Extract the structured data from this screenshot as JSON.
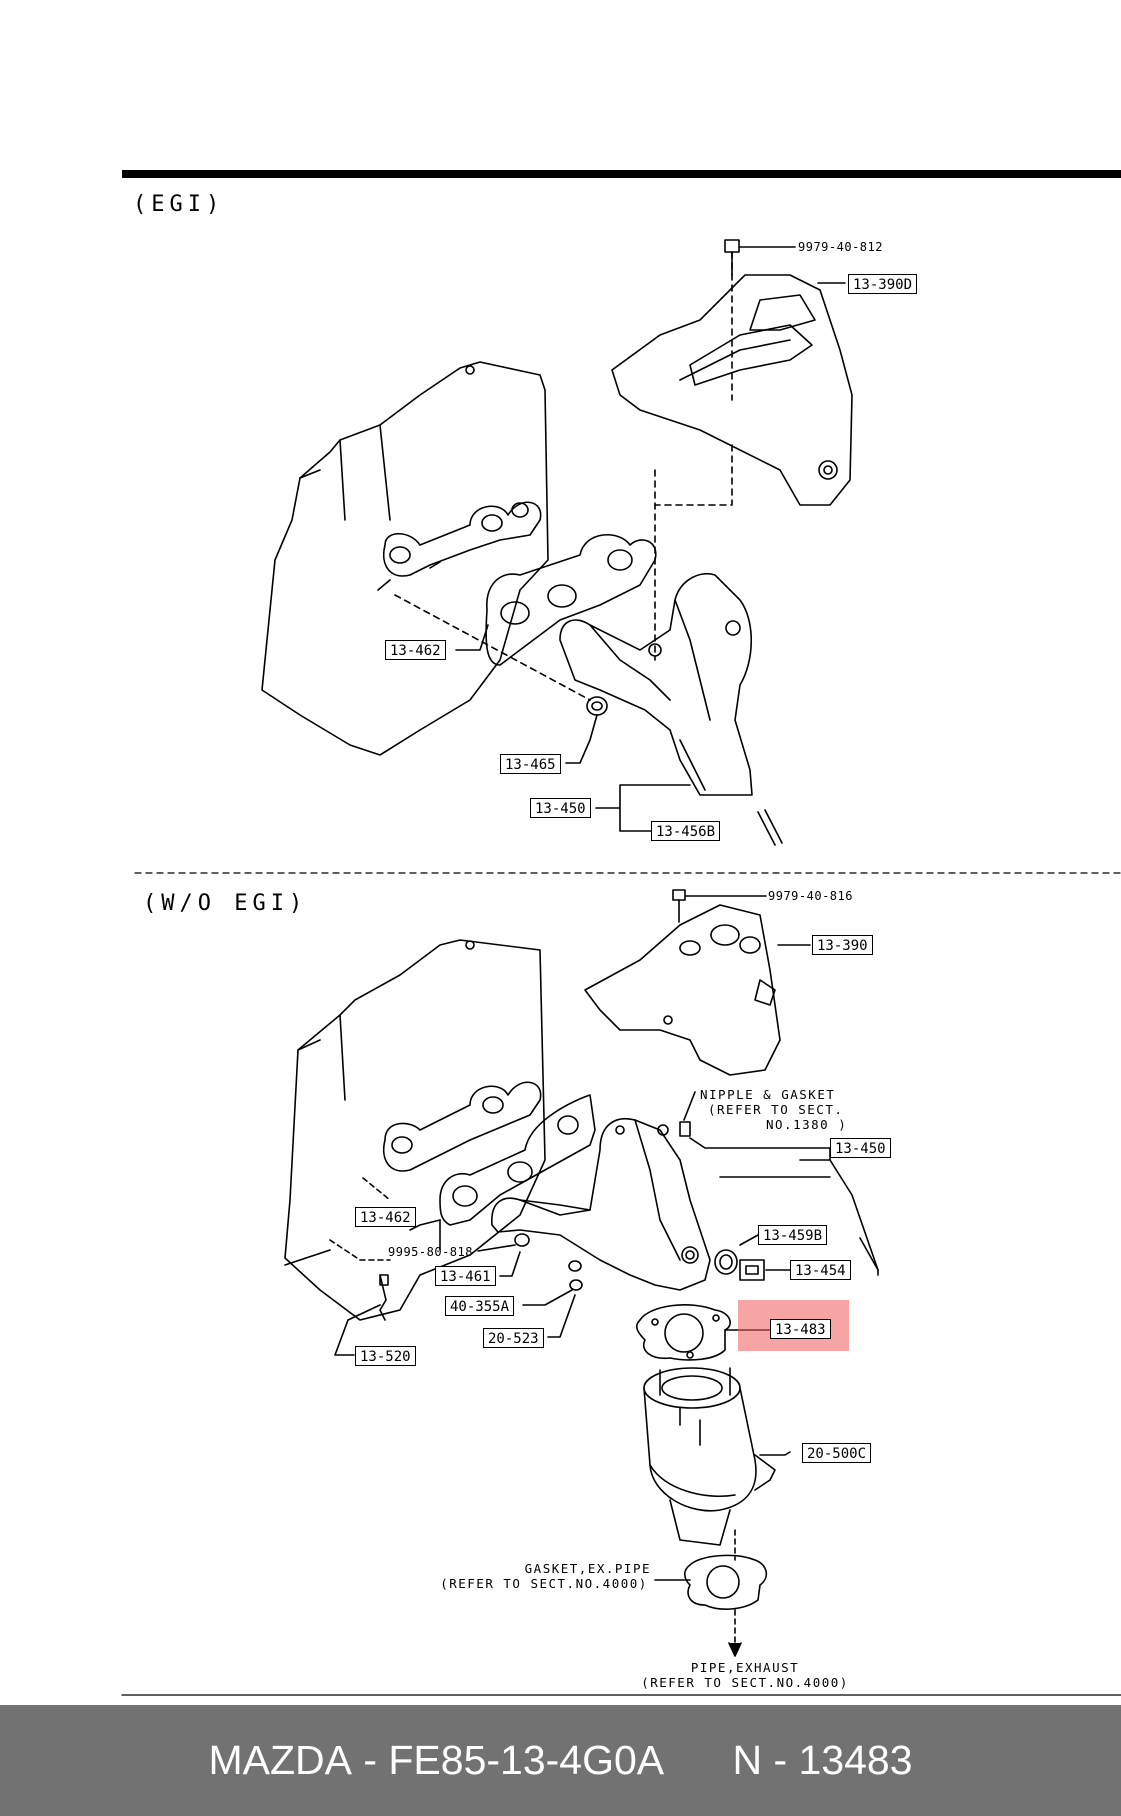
{
  "sections": {
    "egi": "(EGI)",
    "wo_egi": "(W/O EGI)"
  },
  "top_labels": {
    "bolt": "9979-40-812",
    "insulator": "13-390D",
    "gasket": "13-462",
    "nut": "13-465",
    "manifold": "13-450",
    "stud": "13-456B"
  },
  "bottom_labels": {
    "bolt": "9979-40-816",
    "insulator": "13-390",
    "nipple_note_1": "NIPPLE & GASKET",
    "nipple_note_2": "(REFER TO SECT.",
    "nipple_note_3": "NO.1380 )",
    "manifold": "13-450",
    "gasket": "13-462",
    "o_ring": "13-459B",
    "bolt_small": "9995-80-818",
    "plug": "13-454",
    "nut": "13-461",
    "nut_2": "40-355A",
    "nut_3": "20-523",
    "stud": "13-520",
    "gasket_highlight": "13-483",
    "catalyst": "20-500C",
    "gasket_note_1": "GASKET,EX.PIPE",
    "gasket_note_2": "(REFER TO SECT.NO.4000)",
    "pipe_note_1": "PIPE,EXHAUST",
    "pipe_note_2": "(REFER TO SECT.NO.4000)"
  },
  "footer": {
    "brand": "MAZDA",
    "part_number": "FE85-13-4G0A",
    "ref": "N - 13483"
  },
  "colors": {
    "highlight": "#ef5a5a",
    "footer_bg": "#727272",
    "footer_text": "#ffffff"
  }
}
